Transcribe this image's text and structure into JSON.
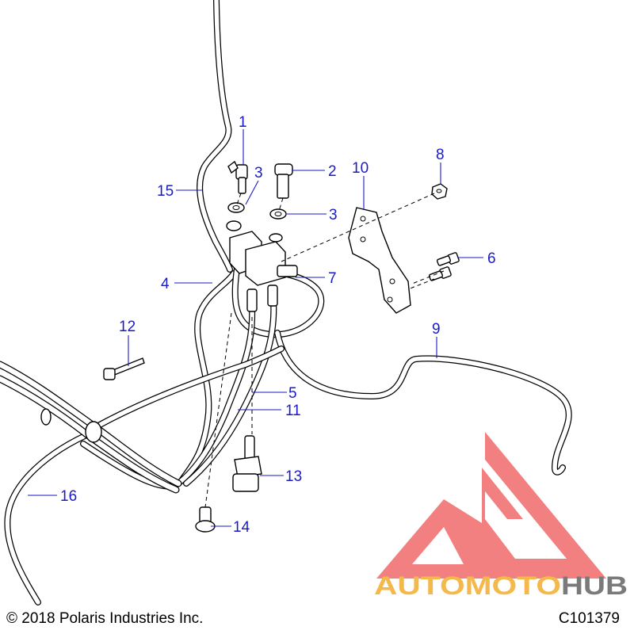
{
  "callouts": [
    "1",
    "2",
    "3",
    "3",
    "4",
    "5",
    "6",
    "7",
    "8",
    "9",
    "10",
    "11",
    "12",
    "13",
    "14",
    "15",
    "16"
  ],
  "footer": {
    "copyright": "© 2018 Polaris Industries Inc.",
    "drawing_number": "C101379"
  },
  "watermark": {
    "part1": "AUTOMOTO",
    "part2": "HUB",
    "color_primary": "#f06a6a",
    "color_accent": "#f5b84a",
    "color_dark": "#7a7a7a"
  },
  "colors": {
    "callout": "#1a1ac8"
  }
}
